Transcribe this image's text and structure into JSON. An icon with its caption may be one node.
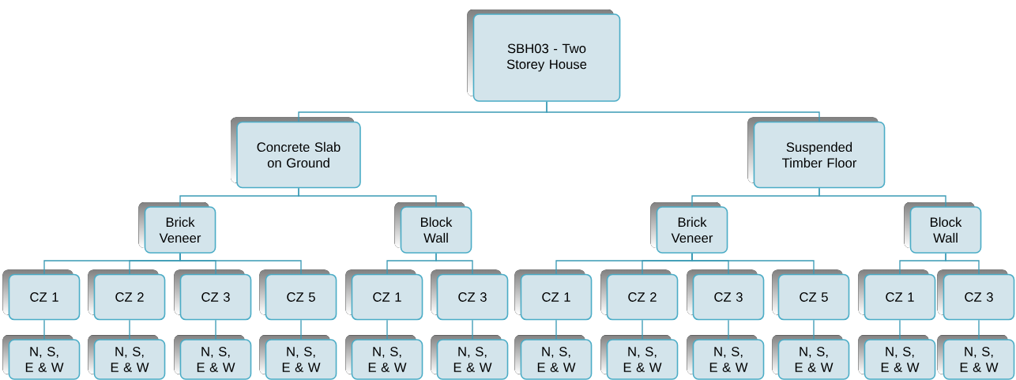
{
  "diagram": {
    "nodes": [
      {
        "text": [
          "SBH03 - Two Storey House"
        ]
      },
      {
        "text": [
          "Concrete Slab on Ground"
        ]
      },
      {
        "text": [
          "Suspended Timber Floor"
        ]
      },
      {
        "text": [
          "Brick Veneer"
        ]
      },
      {
        "text": [
          "Block Wall"
        ]
      },
      {
        "text": [
          "Brick Veneer"
        ]
      },
      {
        "text": [
          "Block Wall"
        ]
      },
      {
        "text": [
          "CZ 1"
        ]
      },
      {
        "text": [
          "CZ 2"
        ]
      },
      {
        "text": [
          "CZ 3"
        ]
      },
      {
        "text": [
          "CZ 5"
        ]
      },
      {
        "text": [
          "CZ 1"
        ]
      },
      {
        "text": [
          "CZ 3"
        ]
      },
      {
        "text": [
          "CZ 1"
        ]
      },
      {
        "text": [
          "CZ 2"
        ]
      },
      {
        "text": [
          "CZ 3"
        ]
      },
      {
        "text": [
          "CZ 5"
        ]
      },
      {
        "text": [
          "CZ 1"
        ]
      },
      {
        "text": [
          "CZ 3"
        ]
      },
      {
        "text": [
          "N, S, E & W"
        ]
      },
      {
        "text": [
          "N, S, E & W"
        ]
      },
      {
        "text": [
          "N, S, E & W"
        ]
      },
      {
        "text": [
          "N, S, E & W"
        ]
      },
      {
        "text": [
          "N, S, E & W"
        ]
      },
      {
        "text": [
          "N, S, E & W"
        ]
      },
      {
        "text": [
          "N, S, E & W"
        ]
      },
      {
        "text": [
          "N, S, E & W"
        ]
      },
      {
        "text": [
          "N, S, E & W"
        ]
      },
      {
        "text": [
          "N, S, E & W"
        ]
      },
      {
        "text": [
          "N, S, E & W"
        ]
      },
      {
        "text": [
          "N, S, E & W"
        ]
      }
    ],
    "edges": [
      {
        "from": 0,
        "to": 1,
        "arrow": "none"
      },
      {
        "from": 0,
        "to": 2,
        "arrow": "none"
      },
      {
        "from": 1,
        "to": 3,
        "arrow": "none"
      },
      {
        "from": 1,
        "to": 4,
        "arrow": "none"
      },
      {
        "from": 2,
        "to": 5,
        "arrow": "none"
      },
      {
        "from": 2,
        "to": 6,
        "arrow": "none"
      },
      {
        "from": 3,
        "to": 7,
        "arrow": "none"
      },
      {
        "from": 3,
        "to": 8,
        "arrow": "none"
      },
      {
        "from": 3,
        "to": 9,
        "arrow": "none"
      },
      {
        "from": 3,
        "to": 10,
        "arrow": "none"
      },
      {
        "from": 4,
        "to": 11,
        "arrow": "none"
      },
      {
        "from": 4,
        "to": 12,
        "arrow": "none"
      },
      {
        "from": 5,
        "to": 13,
        "arrow": "none"
      },
      {
        "from": 5,
        "to": 14,
        "arrow": "none"
      },
      {
        "from": 5,
        "to": 15,
        "arrow": "none"
      },
      {
        "from": 5,
        "to": 16,
        "arrow": "none"
      },
      {
        "from": 6,
        "to": 17,
        "arrow": "none"
      },
      {
        "from": 6,
        "to": 18,
        "arrow": "none"
      },
      {
        "from": 7,
        "to": 19,
        "arrow": "none"
      },
      {
        "from": 8,
        "to": 20,
        "arrow": "none"
      },
      {
        "from": 9,
        "to": 21,
        "arrow": "none"
      },
      {
        "from": 10,
        "to": 22,
        "arrow": "none"
      },
      {
        "from": 11,
        "to": 23,
        "arrow": "none"
      },
      {
        "from": 12,
        "to": 24,
        "arrow": "none"
      },
      {
        "from": 13,
        "to": 25,
        "arrow": "none"
      },
      {
        "from": 14,
        "to": 26,
        "arrow": "none"
      },
      {
        "from": 15,
        "to": 27,
        "arrow": "none"
      },
      {
        "from": 16,
        "to": 28,
        "arrow": "none"
      },
      {
        "from": 17,
        "to": 29,
        "arrow": "none"
      },
      {
        "from": 18,
        "to": 30,
        "arrow": "none"
      }
    ]
  }
}
